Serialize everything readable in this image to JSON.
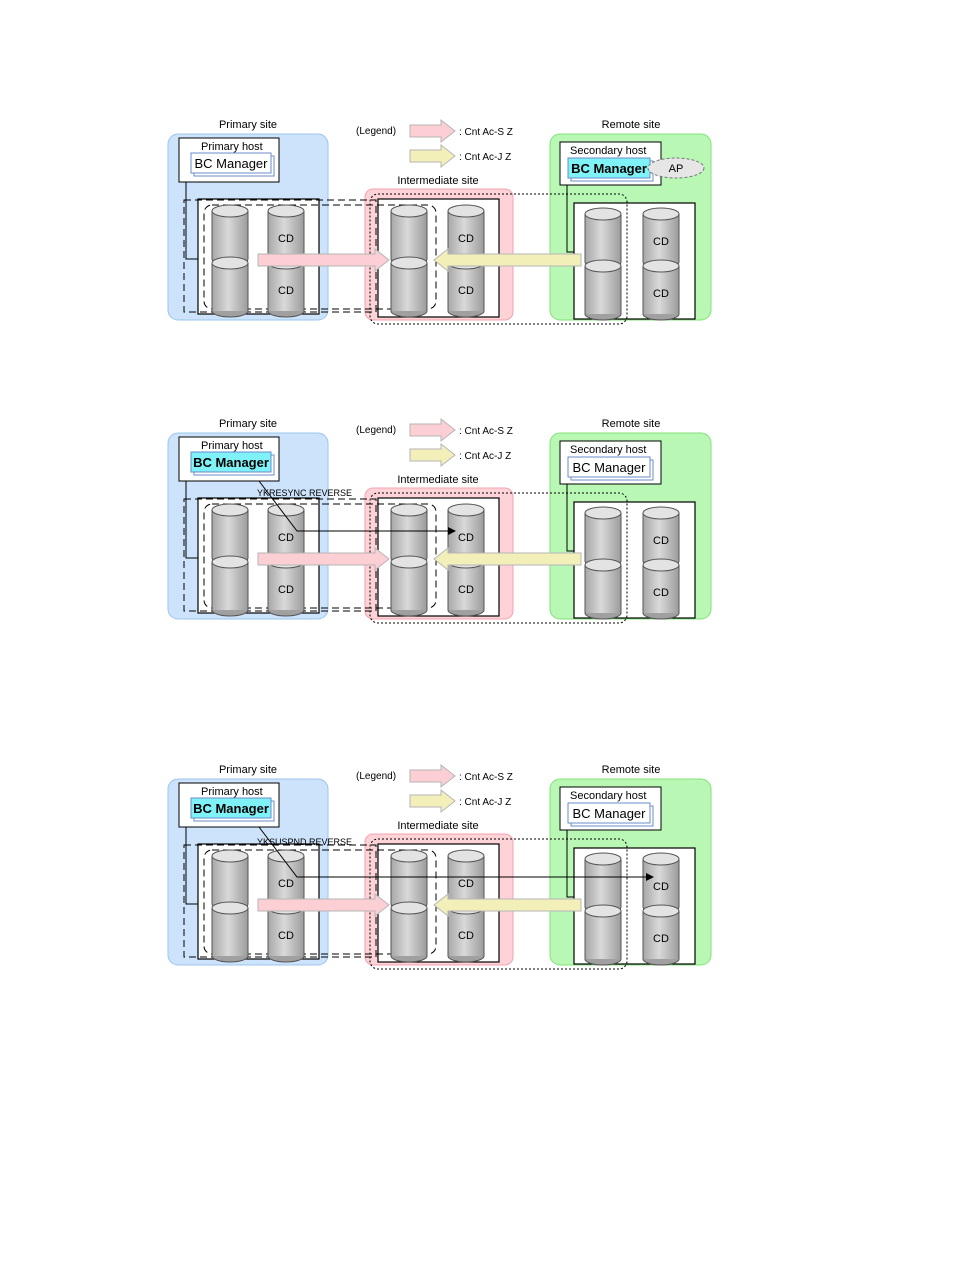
{
  "colors": {
    "primary_site_fill": "#cde3fb",
    "primary_site_stroke": "#9cc4ee",
    "intermediate_site_fill": "#fdd3d8",
    "intermediate_site_stroke": "#f3a3ae",
    "remote_site_fill": "#b9f7b4",
    "remote_site_stroke": "#84e07b",
    "sync_arrow": "#fbcfd3",
    "journal_arrow": "#f3efb9",
    "active_manager_fill": "#7ff2f7",
    "disk_fill": "#c8c8c8"
  },
  "diagrams": [
    {
      "primary_site_label": "Primary site",
      "remote_site_label": "Remote site",
      "intermediate_site_label": "Intermediate site",
      "legend_label": "(Legend)",
      "legend_sync_label": ": Cnt Ac-S Z",
      "legend_journal_label": ": Cnt Ac-J Z",
      "primary_host_label": "Primary host",
      "primary_manager_label": "BC Manager",
      "primary_manager_active": false,
      "secondary_host_label": "Secondary host",
      "secondary_manager_label": "BC Manager",
      "secondary_manager_active": true,
      "ap_label": "AP",
      "command_label": "",
      "cd_label": "CD"
    },
    {
      "primary_site_label": "Primary site",
      "remote_site_label": "Remote site",
      "intermediate_site_label": "Intermediate site",
      "legend_label": "(Legend)",
      "legend_sync_label": ": Cnt Ac-S Z",
      "legend_journal_label": ": Cnt Ac-J Z",
      "primary_host_label": "Primary host",
      "primary_manager_label": "BC Manager",
      "primary_manager_active": true,
      "secondary_host_label": "Secondary host",
      "secondary_manager_label": "BC Manager",
      "secondary_manager_active": false,
      "ap_label": "",
      "command_label": "YKRESYNC REVERSE",
      "cd_label": "CD"
    },
    {
      "primary_site_label": "Primary site",
      "remote_site_label": "Remote site",
      "intermediate_site_label": "Intermediate site",
      "legend_label": "(Legend)",
      "legend_sync_label": ": Cnt Ac-S Z",
      "legend_journal_label": ": Cnt Ac-J Z",
      "primary_host_label": "Primary host",
      "primary_manager_label": "BC Manager",
      "primary_manager_active": true,
      "secondary_host_label": "Secondary host",
      "secondary_manager_label": "BC Manager",
      "secondary_manager_active": false,
      "ap_label": "",
      "command_label": "YKSUSPND REVERSE",
      "cd_label": "CD"
    }
  ]
}
